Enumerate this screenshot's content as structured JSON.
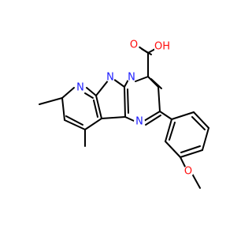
{
  "molecule": {
    "atoms": {
      "n_pyridine": {
        "text": "N",
        "color": "#1a1aff"
      },
      "n_pyrazole": {
        "text": "N",
        "color": "#1a1aff"
      },
      "n_bridge": {
        "text": "N",
        "color": "#1a1aff"
      },
      "n_pyrimidine": {
        "text": "N",
        "color": "#1a1aff"
      },
      "o_carbonyl": {
        "text": "O",
        "color": "#ff0d0d"
      },
      "oh_acid": {
        "text": "OH",
        "color": "#ff0d0d"
      },
      "o_methoxy": {
        "text": "O",
        "color": "#ff0d0d"
      }
    }
  }
}
